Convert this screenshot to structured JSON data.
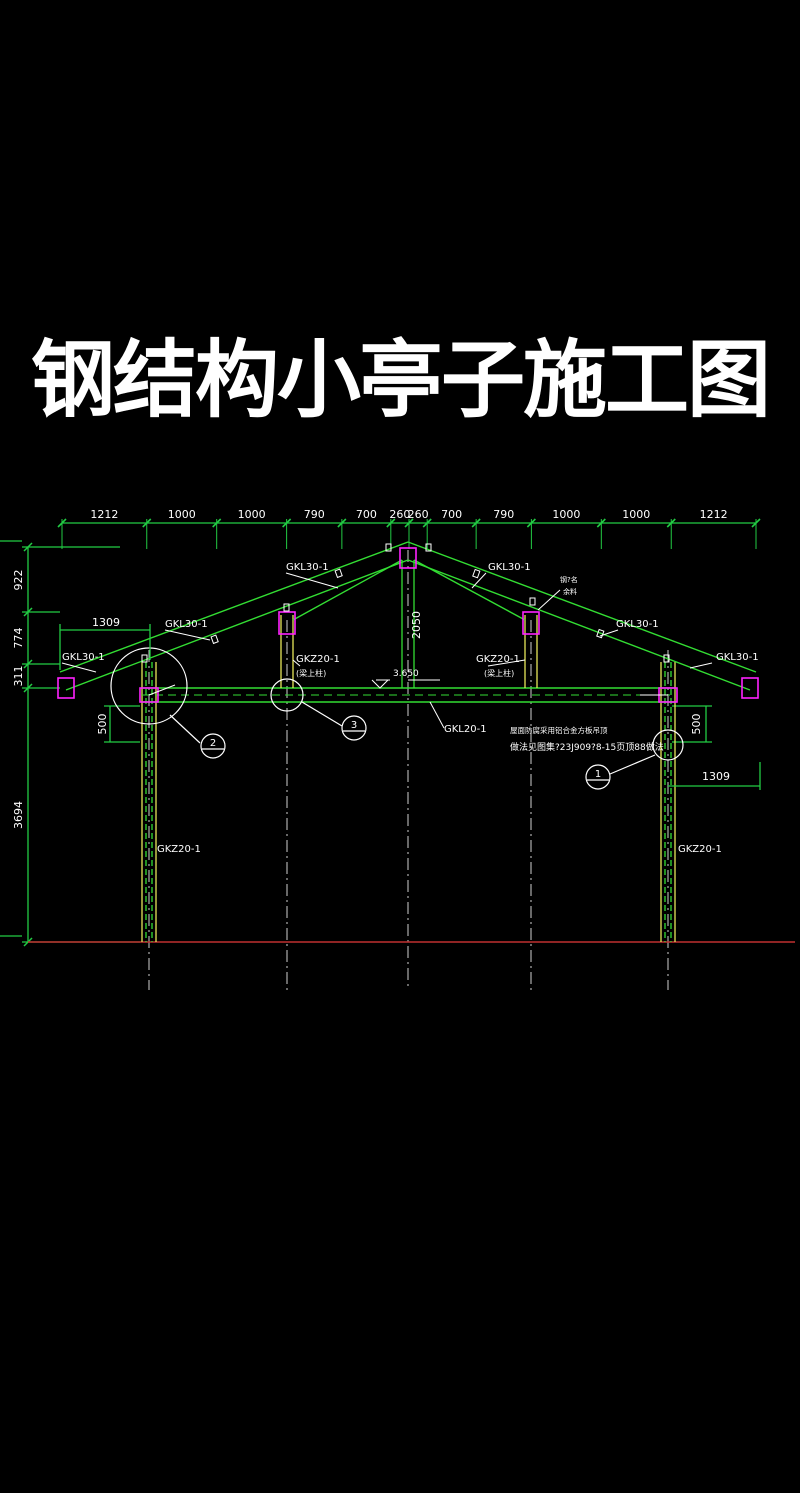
{
  "title": "钢结构小亭子施工图",
  "colors": {
    "background": "#000000",
    "member": "#33dd33",
    "dimension": "#22cc44",
    "text": "#ffffff",
    "joint": "#ff22ff",
    "column_edge": "#e6e65a",
    "ground": "#c03030",
    "axis": "#cfcfcf"
  },
  "top_dims": [
    "1212",
    "1000",
    "1000",
    "790",
    "700",
    "260",
    "260",
    "700",
    "790",
    "1000",
    "1000",
    "1212"
  ],
  "left_dims": [
    "922",
    "774",
    "311",
    "500",
    "3694"
  ],
  "labels": {
    "gkl30_top_left": "GKL30-1",
    "gkl30_top_right": "GKL30-1",
    "gkl30_mid_left": "GKL30-1",
    "gkl30_mid_right": "GKL30-1",
    "gkl30_end_left": "GKL30-1",
    "gkl30_end_right": "GKL30-1",
    "gkz20_post_left": "GKZ20-1",
    "gkz20_post_right": "GKZ20-1",
    "post_note_left": "(梁上柱)",
    "post_note_right": "(梁上柱)",
    "gkz20_col_left": "GKZ20-1",
    "gkz20_col_right": "GKZ20-1",
    "gkl20": "GKL20-1",
    "elevation": "3.650",
    "dim_2050": "2050",
    "dim_1309_left": "1309",
    "dim_1309_right": "1309",
    "dim_500_right": "500",
    "note_line1": "屋面防腐采用铝合金方板吊顶",
    "note_line2": "做法见图集?23J909?8-15页顶88做法",
    "small_note1": "钢?名",
    "small_note2": "余料",
    "detail_1": "1",
    "detail_2": "2",
    "detail_3": "3"
  }
}
